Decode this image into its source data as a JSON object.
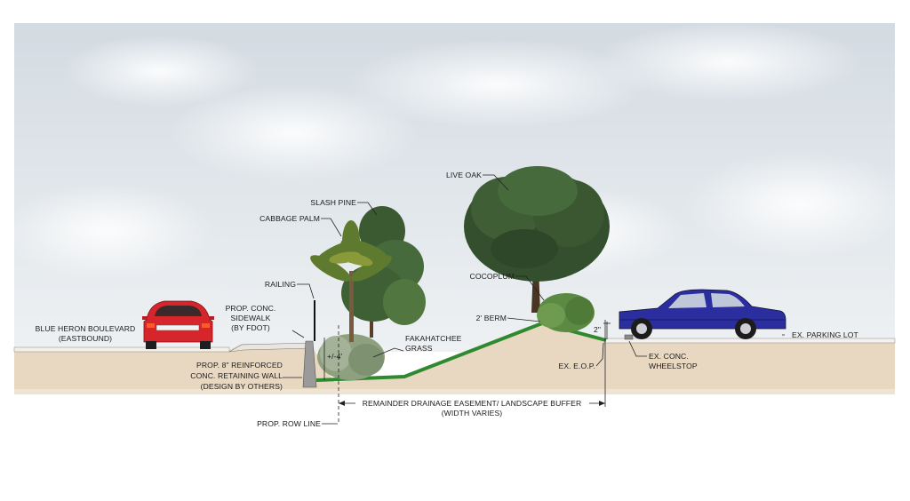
{
  "labels": {
    "blue_heron_1": "BLUE HERON BOULEVARD",
    "blue_heron_2": "(EASTBOUND)",
    "railing": "RAILING",
    "sidewalk_1": "PROP. CONC.",
    "sidewalk_2": "SIDEWALK",
    "sidewalk_3": "(BY FDOT)",
    "retaining_1": "PROP. 8\" REINFORCED",
    "retaining_2": "CONC. RETAINING WALL",
    "retaining_3": "(DESIGN BY OTHERS)",
    "row_line": "PROP. ROW LINE",
    "slash_pine": "SLASH PINE",
    "cabbage_palm": "CABBAGE PALM",
    "fakahatchee_1": "FAKAHATCHEE",
    "fakahatchee_2": "GRASS",
    "wall_height": "+/-4'",
    "live_oak": "LIVE OAK",
    "cocoplum": "COCOPLUM",
    "berm": "2' BERM",
    "eop": "EX. E.O.P.",
    "wheelstop_1": "EX. CONC.",
    "wheelstop_2": "WHEELSTOP",
    "parking_lot": "EX. PARKING LOT",
    "curb_height": "2\"",
    "easement_1": "REMAINDER DRAINAGE EASEMENT/ LANDSCAPE BUFFER",
    "easement_2": "(WIDTH VARIES)"
  },
  "colors": {
    "sky": "#dfe6ec",
    "soil": "#e7d6bf",
    "grass": "#2f8a2f",
    "red_car": "#d7262b",
    "blue_car": "#2b2e9e",
    "tree_dark": "#2f4a2a",
    "tree_mid": "#4d6e3e"
  }
}
